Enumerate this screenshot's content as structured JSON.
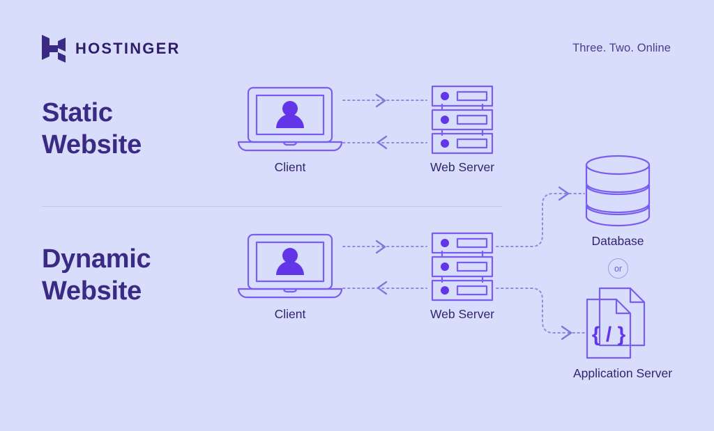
{
  "header": {
    "brand_name": "HOSTINGER",
    "brand_icon": "hostinger-h-logo-icon",
    "tagline": "Three. Two. Online"
  },
  "colors": {
    "background": "#d7ddfb",
    "accent_purple": "#6236e8",
    "icon_stroke": "#7b5cf0",
    "heading_text": "#3b2a84",
    "caption_text": "#32246e",
    "dotted_line": "#8f8be0",
    "divider": "#c0c7ee"
  },
  "sections": [
    {
      "id": "static",
      "title": "Static\nWebsite",
      "title_line1": "Static",
      "title_line2": "Website",
      "nodes": [
        {
          "id": "client-static",
          "label": "Client",
          "icon": "laptop-user-icon"
        },
        {
          "id": "server-static",
          "label": "Web Server",
          "icon": "server-rack-icon"
        }
      ],
      "connections": [
        {
          "from": "client-static",
          "to": "server-static",
          "direction": "right",
          "style": "dotted"
        },
        {
          "from": "server-static",
          "to": "client-static",
          "direction": "left",
          "style": "dotted"
        }
      ]
    },
    {
      "id": "dynamic",
      "title": "Dynamic\nWebsite",
      "title_line1": "Dynamic",
      "title_line2": "Website",
      "nodes": [
        {
          "id": "client-dynamic",
          "label": "Client",
          "icon": "laptop-user-icon"
        },
        {
          "id": "server-dynamic",
          "label": "Web Server",
          "icon": "server-rack-icon"
        },
        {
          "id": "database",
          "label": "Database",
          "icon": "database-cylinder-icon"
        },
        {
          "id": "appserver",
          "label": "Application Server",
          "icon": "code-document-icon"
        }
      ],
      "connections": [
        {
          "from": "client-dynamic",
          "to": "server-dynamic",
          "direction": "right",
          "style": "dotted"
        },
        {
          "from": "server-dynamic",
          "to": "client-dynamic",
          "direction": "left",
          "style": "dotted"
        },
        {
          "from": "server-dynamic",
          "to": "database",
          "direction": "right",
          "style": "dotted-elbow"
        },
        {
          "from": "server-dynamic",
          "to": "appserver",
          "direction": "right",
          "style": "dotted-elbow"
        }
      ]
    }
  ],
  "labels": {
    "client": "Client",
    "web_server": "Web Server",
    "database": "Database",
    "application_server": "Application Server",
    "or_badge": "or"
  },
  "code_glyph": "{ / }"
}
